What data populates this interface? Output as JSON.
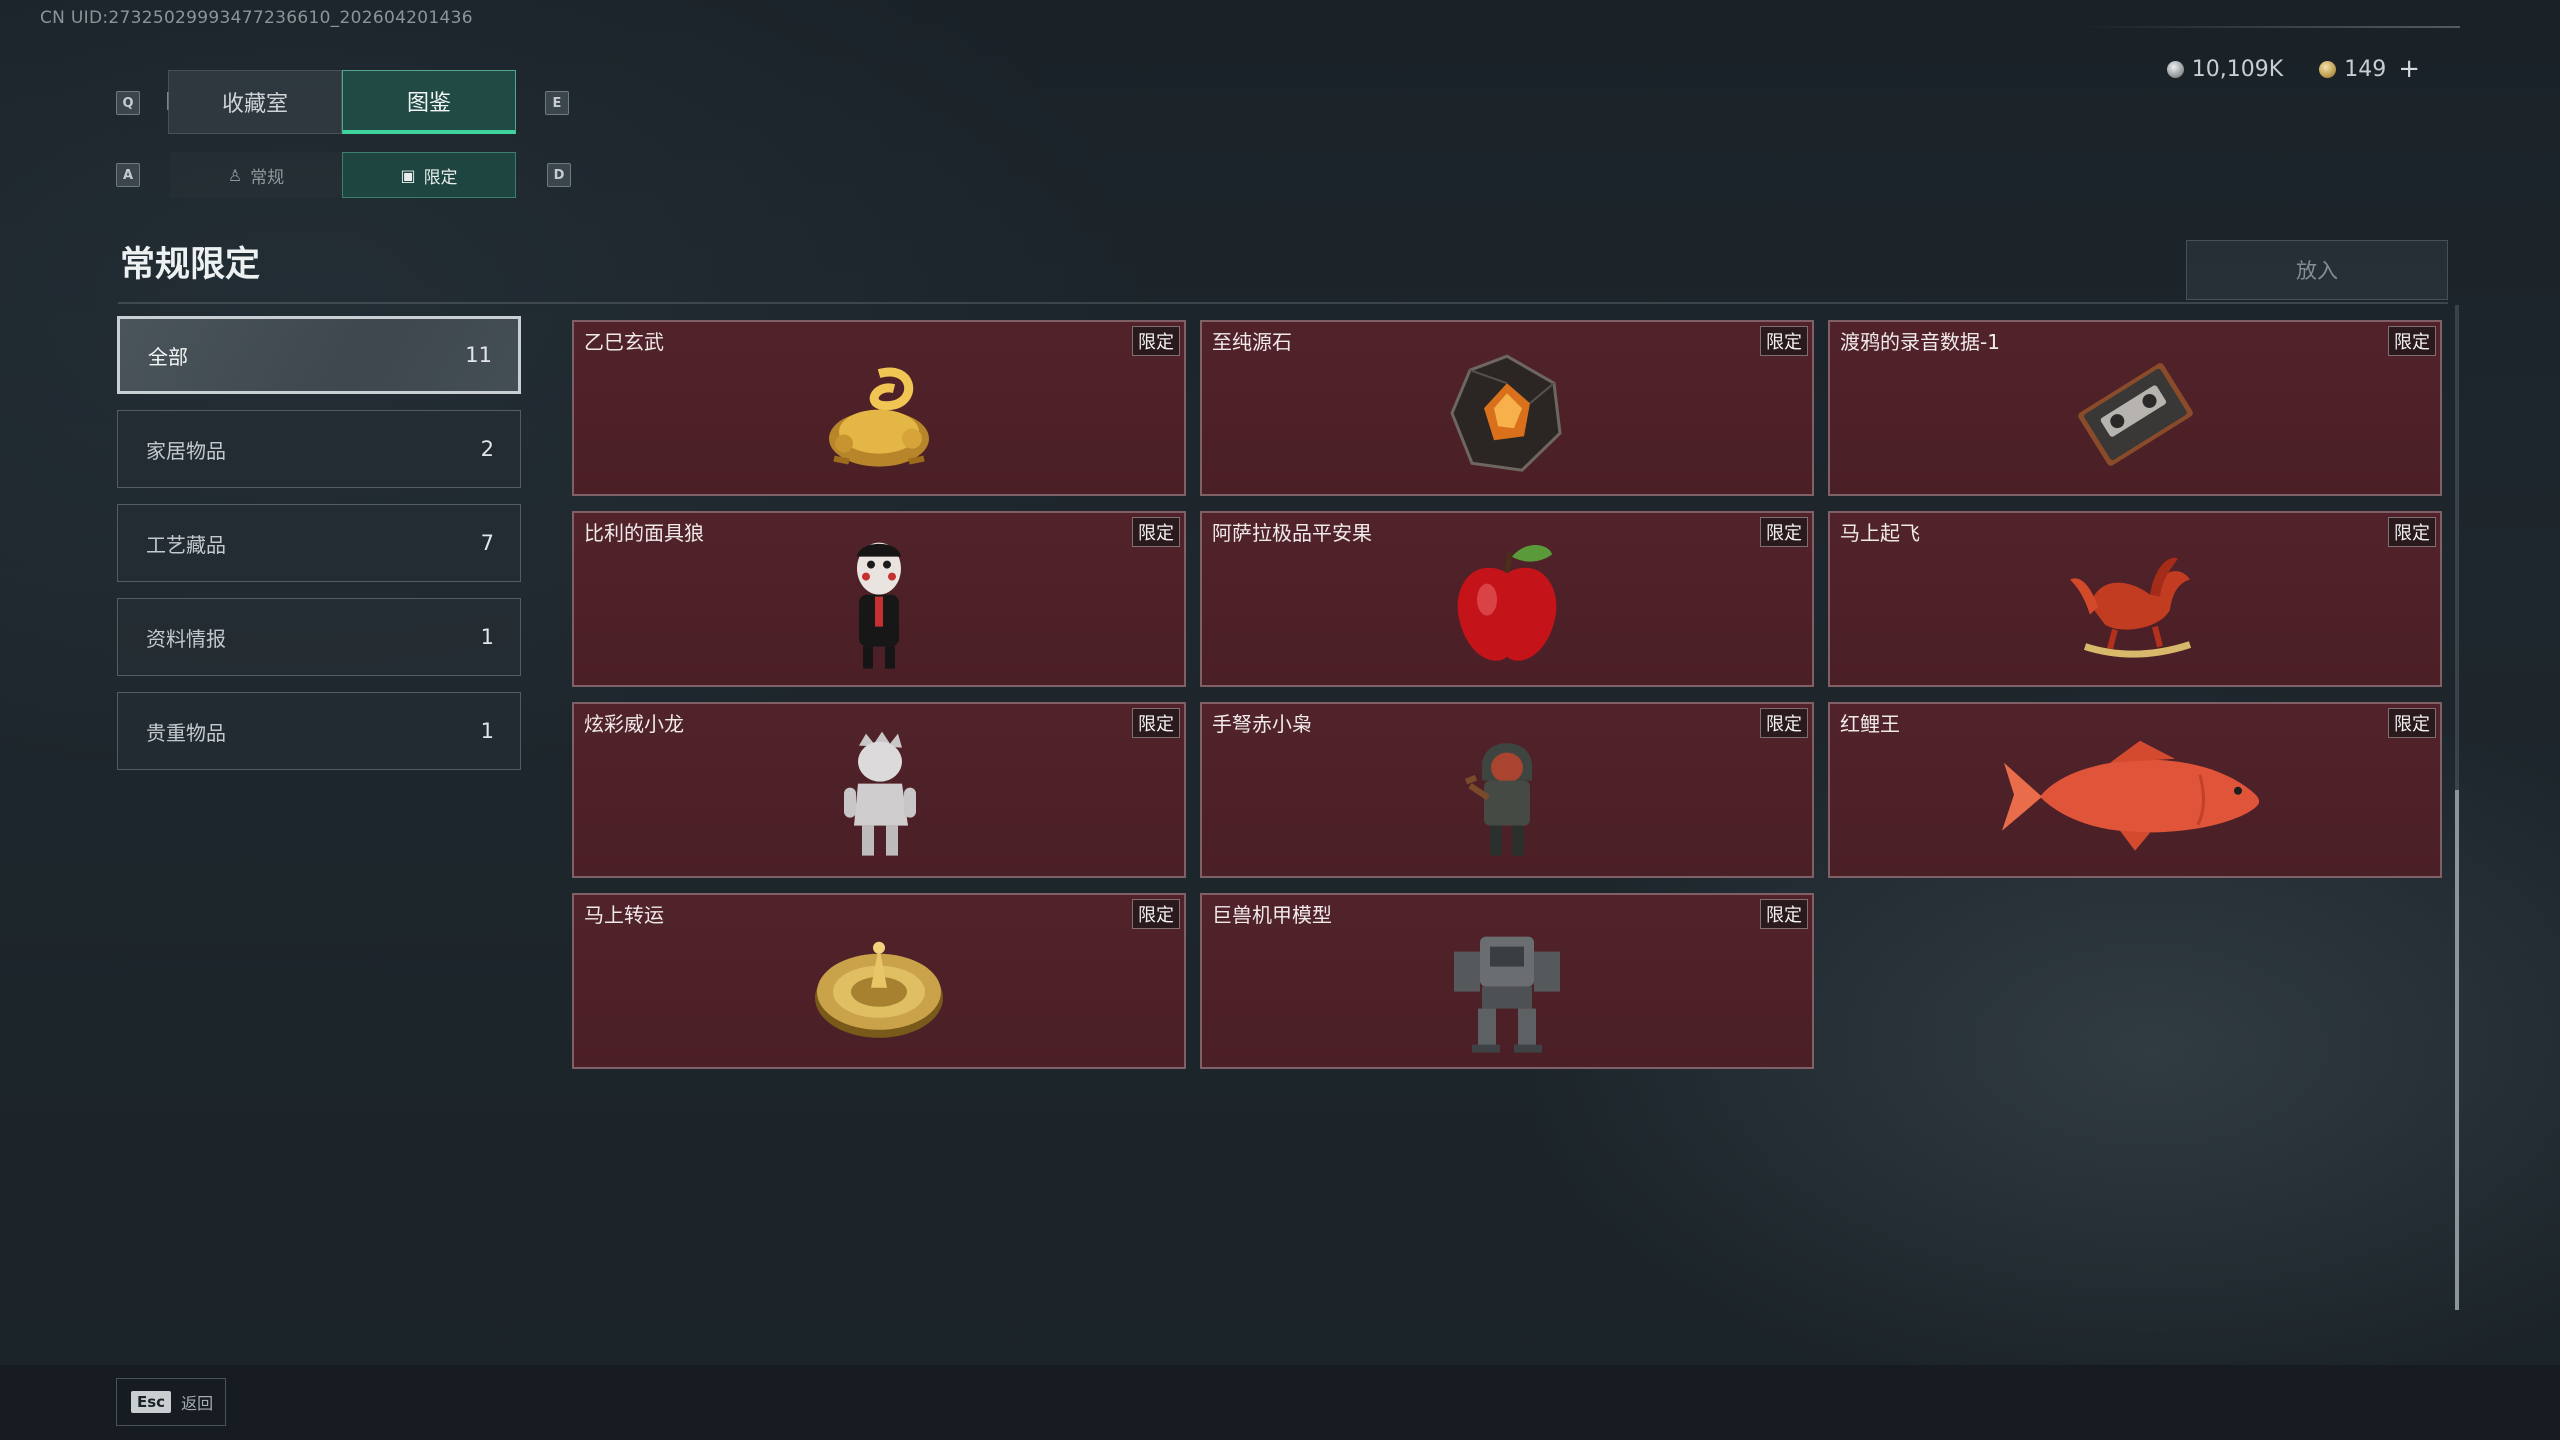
{
  "header": {
    "uid": "CN UID:27325029993477236610_202604201436",
    "key_prev_main": "Q",
    "key_next_main": "E",
    "key_prev_sub": "A",
    "key_next_sub": "D",
    "tabs": [
      {
        "label": "收藏室",
        "active": false
      },
      {
        "label": "图鉴",
        "active": true
      }
    ],
    "subtabs": [
      {
        "label": "常规",
        "icon": "figure-icon",
        "active": false
      },
      {
        "label": "限定",
        "icon": "picture-icon",
        "active": true
      }
    ],
    "currency": {
      "silver": "10,109K",
      "gold": "149",
      "plus": "+"
    }
  },
  "page": {
    "title": "常规限定",
    "put_button": "放入"
  },
  "categories": [
    {
      "label": "全部",
      "count": "11",
      "active": true
    },
    {
      "label": "家居物品",
      "count": "2",
      "active": false
    },
    {
      "label": "工艺藏品",
      "count": "7",
      "active": false
    },
    {
      "label": "资料情报",
      "count": "1",
      "active": false
    },
    {
      "label": "贵重物品",
      "count": "1",
      "active": false
    }
  ],
  "items": [
    {
      "name": "乙巳玄武",
      "tag": "限定",
      "icon": "golden-dragon-turtle-icon"
    },
    {
      "name": "至纯源石",
      "tag": "限定",
      "icon": "crystal-stone-icon"
    },
    {
      "name": "渡鸦的录音数据-1",
      "tag": "限定",
      "icon": "cassette-tape-icon"
    },
    {
      "name": "比利的面具狼",
      "tag": "限定",
      "icon": "puppet-mask-icon"
    },
    {
      "name": "阿萨拉极品平安果",
      "tag": "限定",
      "icon": "red-apple-icon"
    },
    {
      "name": "马上起飞",
      "tag": "限定",
      "icon": "red-horse-icon"
    },
    {
      "name": "炫彩威小龙",
      "tag": "限定",
      "icon": "white-figurine-icon"
    },
    {
      "name": "手弩赤小枭",
      "tag": "限定",
      "icon": "hooded-figure-icon"
    },
    {
      "name": "红鲤王",
      "tag": "限定",
      "icon": "red-carp-icon"
    },
    {
      "name": "马上转运",
      "tag": "限定",
      "icon": "golden-wheel-icon"
    },
    {
      "name": "巨兽机甲模型",
      "tag": "限定",
      "icon": "mech-model-icon"
    }
  ],
  "footer": {
    "esc_key": "Esc",
    "esc_label": "返回"
  }
}
